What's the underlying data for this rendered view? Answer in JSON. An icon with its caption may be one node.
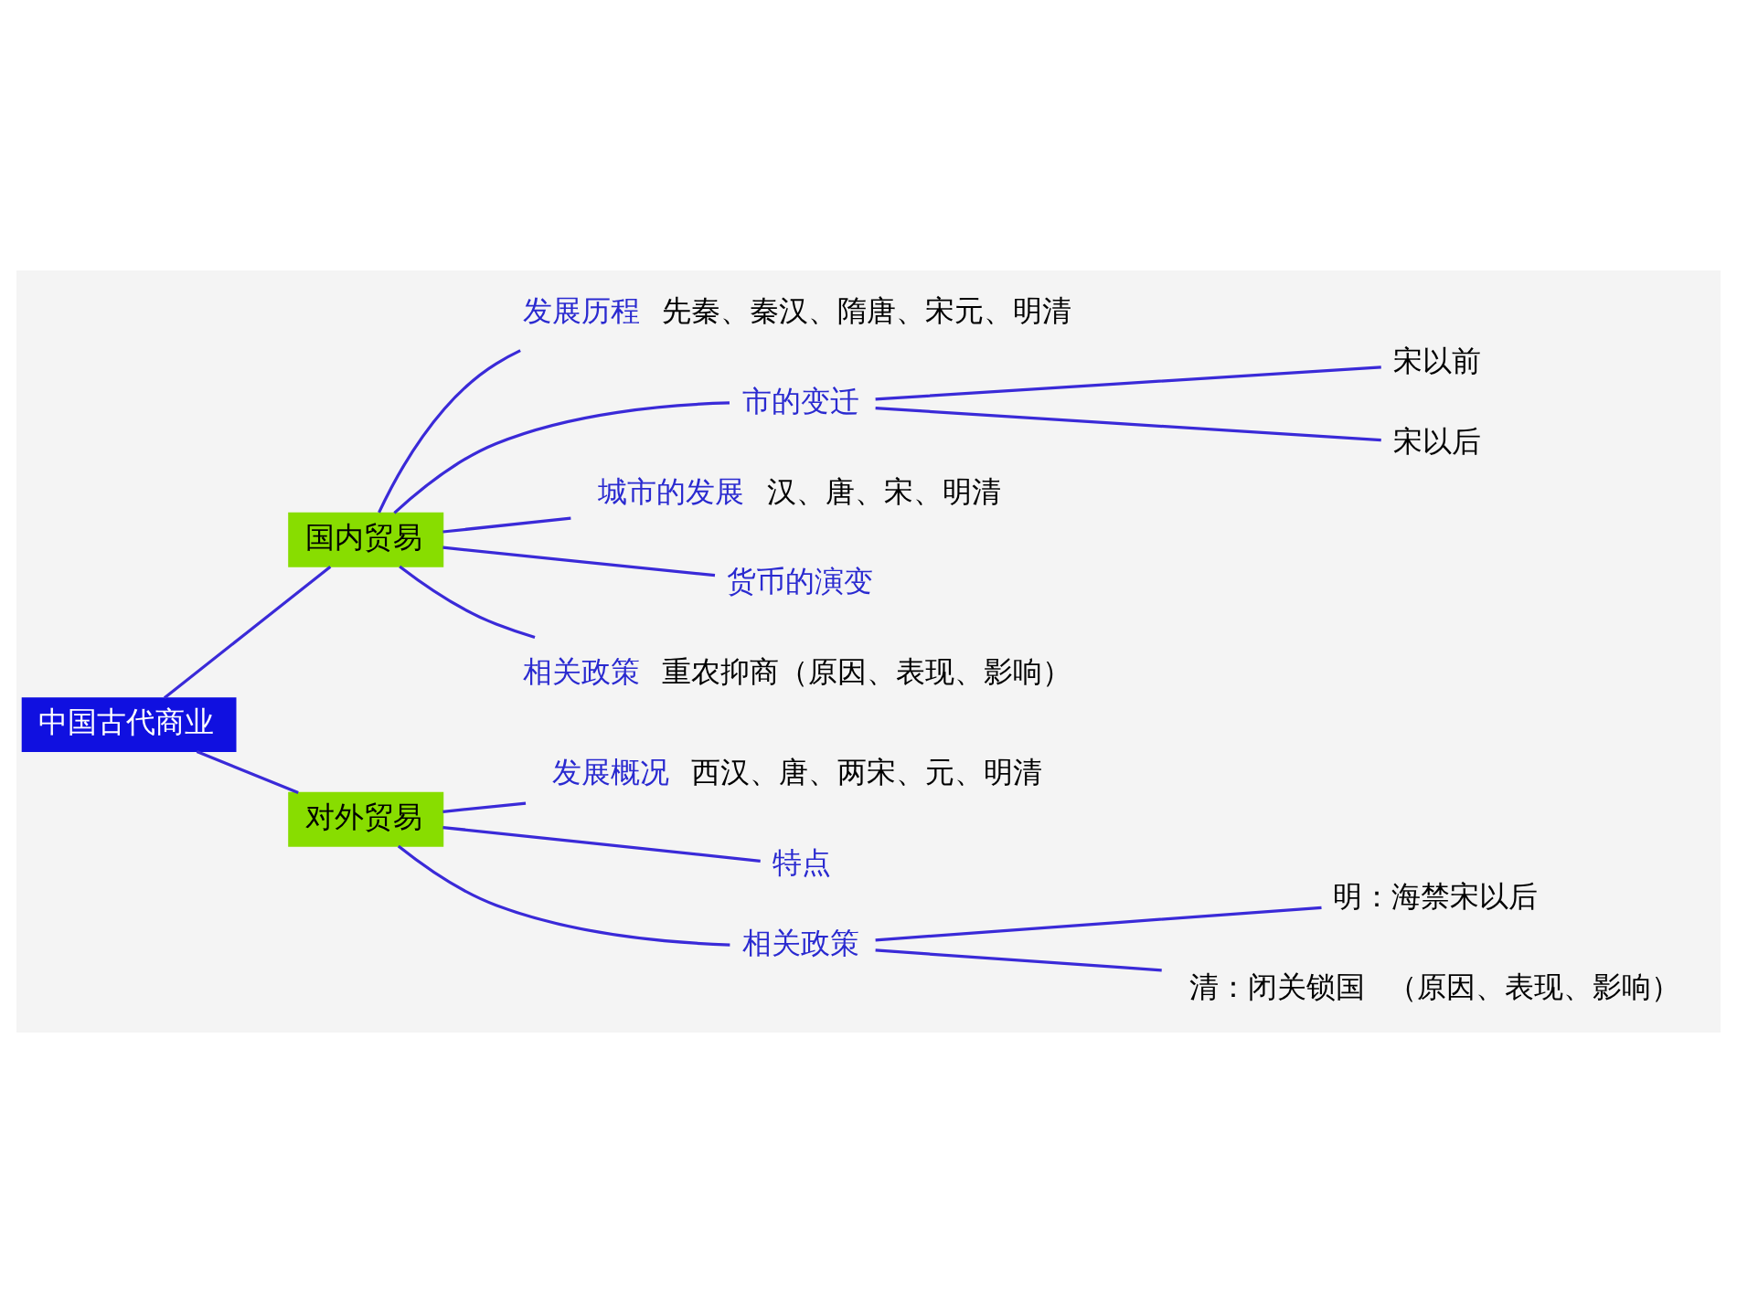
{
  "diagram": {
    "nodes": [
      {
        "text": [
          "中国古代商业"
        ]
      },
      {
        "text": [
          "国内贸易"
        ]
      },
      {
        "text": [
          "发展历程"
        ],
        "beside": [
          "先秦、秦汉、隋唐、宋元、明清"
        ]
      },
      {
        "text": [
          "市的变迁"
        ]
      },
      {
        "text": [
          "宋以前"
        ]
      },
      {
        "text": [
          "宋以后"
        ]
      },
      {
        "text": [
          "城市的发展"
        ],
        "beside": [
          "汉、唐、宋、明清"
        ]
      },
      {
        "text": [
          "货币的演变"
        ]
      },
      {
        "text": [
          "相关政策"
        ],
        "beside": [
          "重农抑商（原因、表现、影响）"
        ]
      },
      {
        "text": [
          "对外贸易"
        ]
      },
      {
        "text": [
          "发展概况"
        ],
        "beside": [
          "西汉、唐、两宋、元、明清"
        ]
      },
      {
        "text": [
          "特点"
        ]
      },
      {
        "text": [
          "相关政策"
        ]
      },
      {
        "text": [
          "明：海禁宋以后"
        ]
      },
      {
        "text": [
          "清：闭关锁国"
        ],
        "beside": [
          "（原因、表现、影响）"
        ]
      }
    ],
    "edges": [
      {
        "from": 0,
        "to": 1,
        "arrow": "none"
      },
      {
        "from": 0,
        "to": 9,
        "arrow": "none"
      },
      {
        "from": 1,
        "to": 2,
        "arrow": "none"
      },
      {
        "from": 1,
        "to": 3,
        "arrow": "none"
      },
      {
        "from": 1,
        "to": 6,
        "arrow": "none"
      },
      {
        "from": 1,
        "to": 7,
        "arrow": "none"
      },
      {
        "from": 1,
        "to": 8,
        "arrow": "none"
      },
      {
        "from": 3,
        "to": 4,
        "arrow": "none"
      },
      {
        "from": 3,
        "to": 5,
        "arrow": "none"
      },
      {
        "from": 9,
        "to": 10,
        "arrow": "none"
      },
      {
        "from": 9,
        "to": 11,
        "arrow": "none"
      },
      {
        "from": 9,
        "to": 12,
        "arrow": "none"
      },
      {
        "from": 12,
        "to": 13,
        "arrow": "none"
      },
      {
        "from": 12,
        "to": 14,
        "arrow": "none"
      }
    ]
  }
}
